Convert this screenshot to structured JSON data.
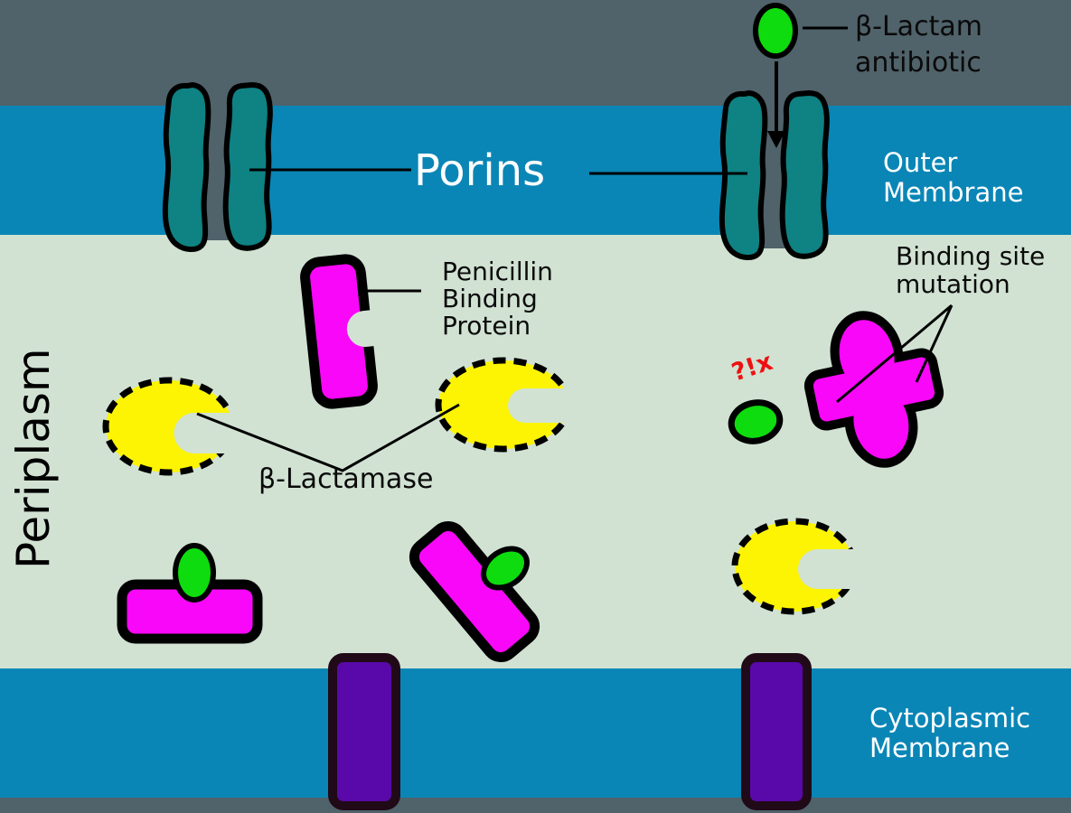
{
  "labels": {
    "porins": "Porins",
    "outer_membrane": "Outer\nMembrane",
    "cytoplasmic_membrane": "Cytoplasmic\nMembrane",
    "periplasm": "Periplasm",
    "beta_lactam_antibiotic": "β-Lactam\nantibiotic",
    "penicillin_binding_protein": "Penicillin\nBinding\nProtein",
    "beta_lactamase": "β-Lactamase",
    "binding_site_mutation": "Binding site\nmutation",
    "blocked_binding": "?!x"
  },
  "colors": {
    "bg_dark": "#50626a",
    "membrane_blue": "#0a86b6",
    "periplasm_green": "#d1e2d3",
    "porin_teal": "#0f8283",
    "protein_magenta": "#f907f9",
    "antibiotic_green": "#0edc0e",
    "lactamase_yellow": "#fcf402",
    "transporter_purple": "#5909a9",
    "transporter_border": "#200a18",
    "outline": "#000000",
    "alert_red": "#ee1111",
    "text_light": "#ffffff",
    "text_dark": "#0a0a0a"
  }
}
